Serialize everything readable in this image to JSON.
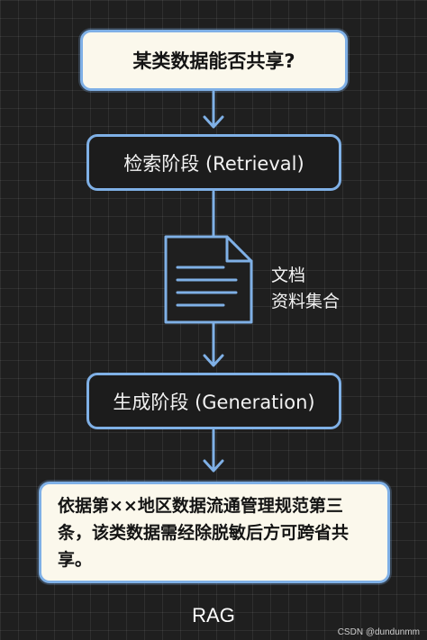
{
  "question": "某类数据能否共享?",
  "retrieval_stage": "检索阶段 (Retrieval)",
  "document": {
    "line1": "文档",
    "line2": "资料集合"
  },
  "generation_stage": "生成阶段 (Generation)",
  "answer": "依据第××地区数据流通管理规范第三条，该类数据需经除脱敏后方可跨省共享。",
  "footer": "RAG",
  "watermark": "CSDN @dundunmm",
  "colors": {
    "accent": "#7fb0e6",
    "box_light": "#fbf8ec",
    "box_dark": "#1c1c1c",
    "background": "#1f1f1f"
  },
  "icons": {
    "document": "document-icon",
    "arrow": "arrow-down-icon"
  }
}
